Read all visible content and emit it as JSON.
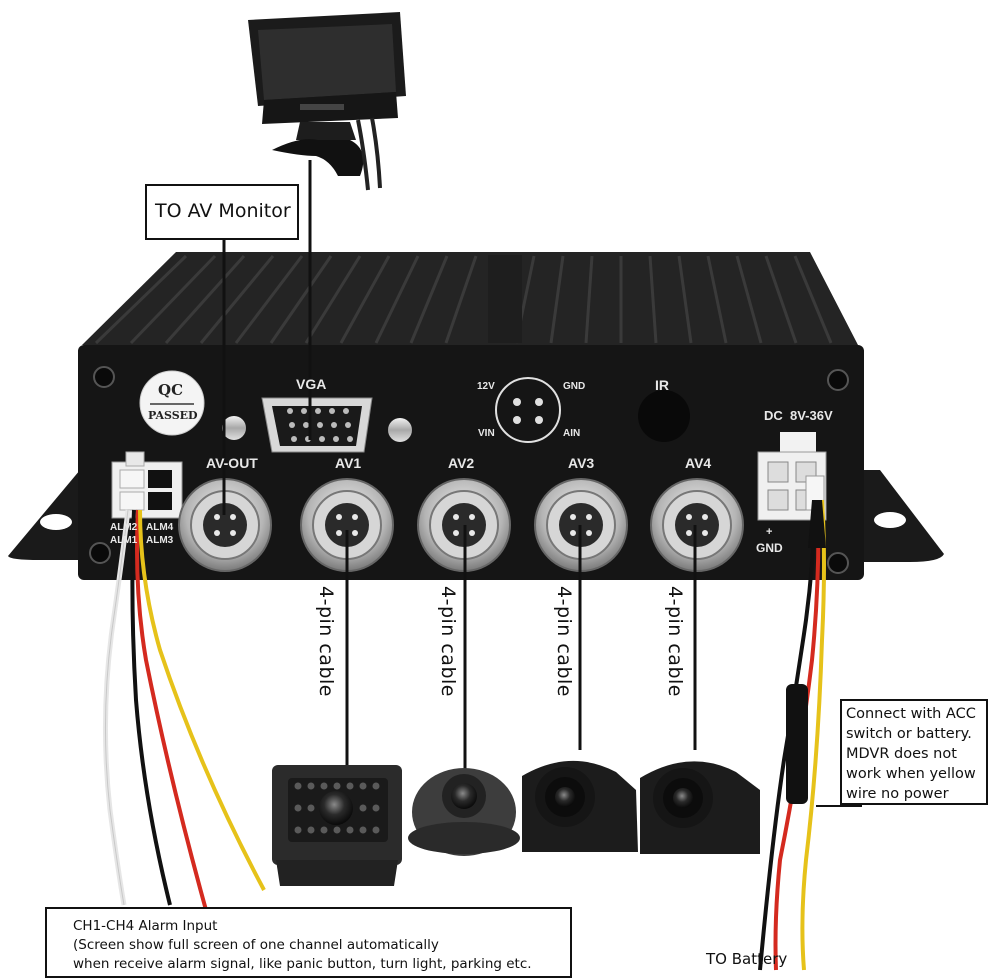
{
  "labels": {
    "to_av_monitor": "TO AV Monitor",
    "acc_note": [
      "Connect with ACC",
      "switch or battery.",
      "MDVR does not",
      "work when yellow",
      "wire no power"
    ],
    "alarm_title": "CH1-CH4 Alarm Input",
    "alarm_line2": "(Screen show full screen of one channel automatically",
    "alarm_line3": "when receive alarm signal, like panic button, turn light, parking etc.",
    "to_battery": "TO Battery"
  },
  "cable_labels": [
    "4-pin cable",
    "4-pin cable",
    "4-pin cable",
    "4-pin cable"
  ],
  "panel": {
    "qc_top": "QC",
    "qc_bottom": "PASSED",
    "vga": "VGA",
    "ir": "IR",
    "dc": "DC  8V-36V",
    "pin_12v": "12V",
    "pin_gnd": "GND",
    "pin_vin": "VIN",
    "pin_ain": "AIN",
    "ports": [
      "AV-OUT",
      "AV1",
      "AV2",
      "AV3",
      "AV4"
    ],
    "alm_left": [
      "ALM2",
      "ALM1"
    ],
    "alm_right": [
      "ALM4",
      "ALM3"
    ],
    "power_plus": "+",
    "power_gnd": "GND"
  },
  "colors": {
    "box": "#1f1f1f",
    "ribs": "#2c2c2c",
    "panel": "#151515",
    "connector": "#c9c9c9",
    "wire_red": "#d42a1f",
    "wire_yellow": "#e6c21a",
    "wire_black": "#111111",
    "wire_white": "#eeeeee"
  }
}
